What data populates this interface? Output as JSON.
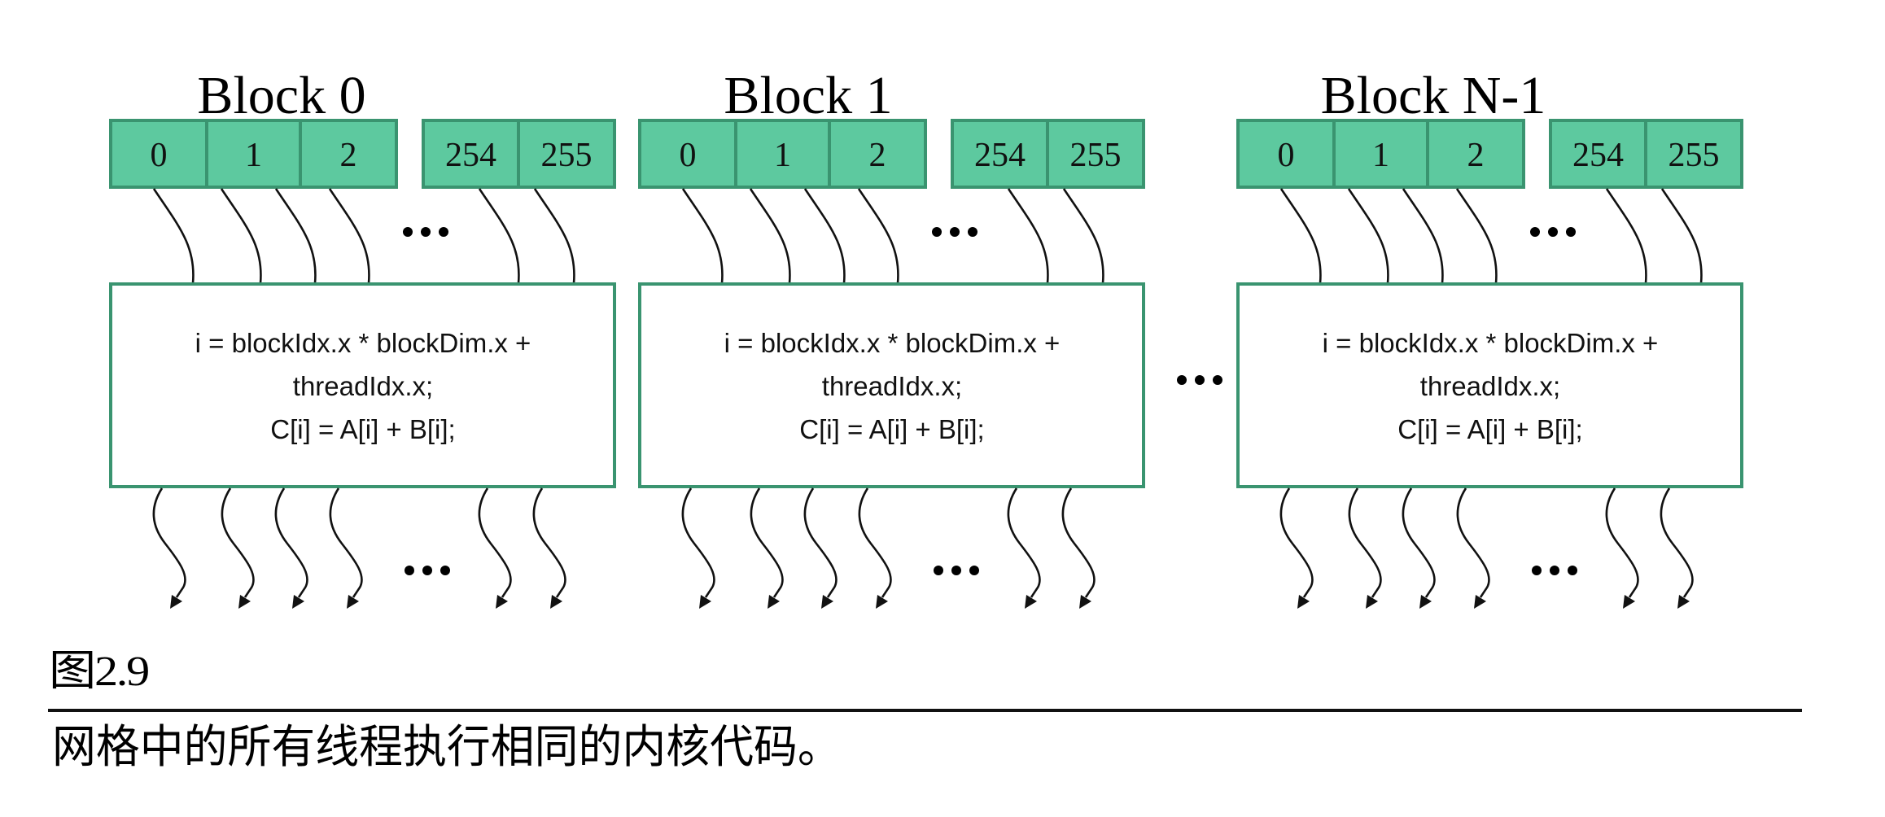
{
  "diagram": {
    "blocks": [
      {
        "title": "Block 0",
        "threads_left": [
          "0",
          "1",
          "2"
        ],
        "threads_right": [
          "254",
          "255"
        ],
        "code_lines": [
          "i = blockIdx.x  * blockDim.x +",
          "threadIdx.x;",
          "C[i] = A[i] + B[i];"
        ],
        "ellipsis": "•••"
      },
      {
        "title": "Block 1",
        "threads_left": [
          "0",
          "1",
          "2"
        ],
        "threads_right": [
          "254",
          "255"
        ],
        "code_lines": [
          "i = blockIdx.x  * blockDim.x +",
          "threadIdx.x;",
          "C[i] = A[i] + B[i];"
        ],
        "ellipsis": "•••"
      },
      {
        "title": "Block N-1",
        "threads_left": [
          "0",
          "1",
          "2"
        ],
        "threads_right": [
          "254",
          "255"
        ],
        "code_lines": [
          "i = blockIdx.x * blockDim.x +",
          "threadIdx.x;",
          "C[i] = A[i] + B[i];"
        ],
        "ellipsis": "•••"
      }
    ],
    "between_blocks_ellipsis": "•••",
    "colors": {
      "thread_fill": "#5dc99f",
      "thread_border": "#3a9470",
      "code_box_border": "#3a9470",
      "arrow": "#111111"
    }
  },
  "figure": {
    "label": "图2.9",
    "caption": "网格中的所有线程执行相同的内核代码。"
  }
}
